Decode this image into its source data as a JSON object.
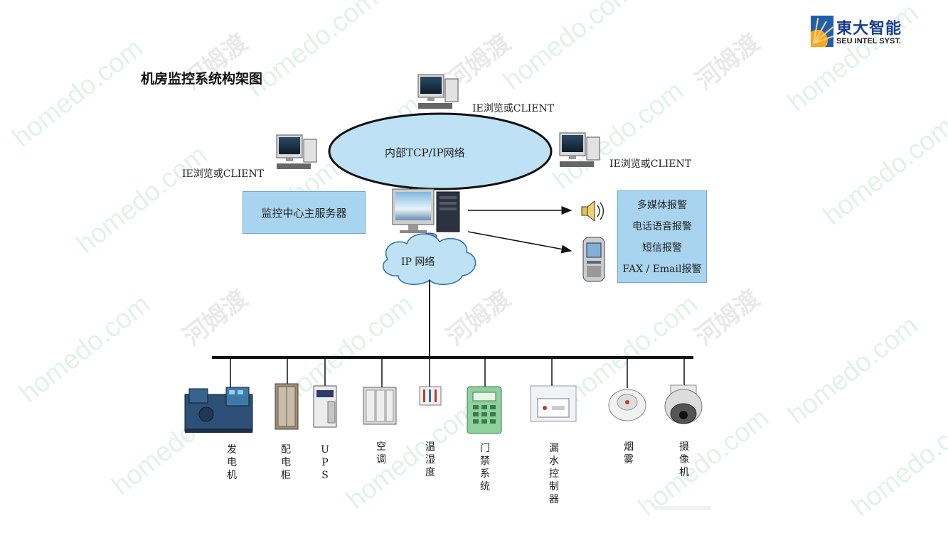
{
  "logo": {
    "cn": "東大智能",
    "en": "SEU INTEL SYST."
  },
  "title": "机房监控系统构架图",
  "network": {
    "lan_label": "内部TCP/IP网络",
    "ip_label": "IP 网络",
    "client_top": "IE浏览或CLIENT",
    "client_left": "IE浏览或CLIENT",
    "client_right": "IE浏览或CLIENT",
    "server_label": "监控中心主服务器"
  },
  "alarms": [
    "多媒体报警",
    "电话语音报警",
    "短信报警",
    "FAX / Email报警"
  ],
  "devices": [
    {
      "name": "发电机",
      "icon": "generator-icon"
    },
    {
      "name": "配电柜",
      "icon": "power-cabinet-icon"
    },
    {
      "name": "UPS",
      "icon": "ups-icon"
    },
    {
      "name": "空调",
      "icon": "air-conditioner-icon"
    },
    {
      "name": "温湿度",
      "icon": "thermometer-icon"
    },
    {
      "name": "门禁系统",
      "icon": "access-control-icon"
    },
    {
      "name": "漏水控制器",
      "icon": "water-leak-controller-icon"
    },
    {
      "name": "烟雾",
      "icon": "smoke-detector-icon"
    },
    {
      "name": "摄像机",
      "icon": "dome-camera-icon"
    }
  ],
  "watermark": {
    "en": "homedo.com",
    "cn": "河姆渡"
  },
  "colors": {
    "box": "#a8d4f0",
    "lan": "#bfe1f5",
    "logo_blue": "#1f5fb0",
    "logo_sun": "#f5a623"
  }
}
